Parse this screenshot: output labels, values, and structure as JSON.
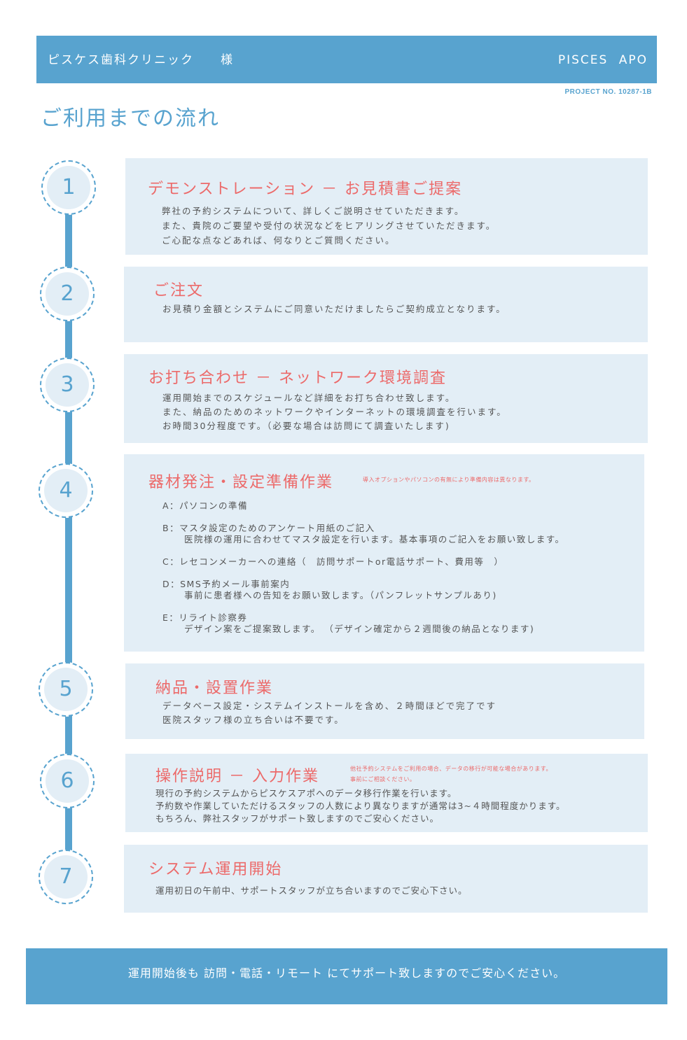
{
  "header": {
    "client_name": "ピスケス歯科クリニック　　様",
    "brand": "PISCES APO",
    "project_no": "PROJECT NO. 10287-1B"
  },
  "page_title": "ご利用までの流れ",
  "colors": {
    "accent_blue": "#58a3cf",
    "box_bg": "#e3eef6",
    "title_red": "#ec6a6a",
    "body_text": "#555555"
  },
  "steps": [
    {
      "number": "1",
      "title": "デモンストレーション － お見積書ご提案",
      "lines": [
        "弊社の予約システムについて、詳しくご説明させていただきます。",
        "また、貴院のご要望や受付の状況などをヒアリングさせていただきます。",
        "ご心配な点などあれば、何なりとご質問ください。"
      ]
    },
    {
      "number": "2",
      "title": "ご注文",
      "lines": [
        "お見積り金額とシステムにご同意いただけましたらご契約成立となります。"
      ]
    },
    {
      "number": "3",
      "title": "お打ち合わせ － ネットワーク環境調査",
      "lines": [
        "運用開始までのスケジュールなど詳細をお打ち合わせ致します。",
        "また、納品のためのネットワークやインターネットの環境調査を行います。",
        "お時間30分程度です。（必要な場合は訪問にて調査いたします)"
      ]
    },
    {
      "number": "4",
      "title": "器材発注・設定準備作業",
      "note": "導入オプションやパソコンの有無により準備内容は異なります。",
      "items": [
        {
          "label": "A：パソコンの準備",
          "detail": ""
        },
        {
          "label": "B：マスタ設定のためのアンケート用紙のご記入",
          "detail": "医院様の運用に合わせてマスタ設定を行います。基本事項のご記入をお願い致します。"
        },
        {
          "label": "C：レセコンメーカーへの連絡（　訪問サポートor電話サポート、費用等　）",
          "detail": ""
        },
        {
          "label": "D：SMS予約メール事前案内",
          "detail": "事前に患者様への告知をお願い致します。（パンフレットサンプルあり)"
        },
        {
          "label": "E：リライト診察券",
          "detail": "デザイン案をご提案致します。 （デザイン確定から２週間後の納品となります)"
        }
      ]
    },
    {
      "number": "5",
      "title": "納品・設置作業",
      "lines": [
        "データベース設定・システムインストールを含め、２時間ほどで完了です",
        "医院スタッフ様の立ち合いは不要です。"
      ]
    },
    {
      "number": "6",
      "title": "操作説明 － 入力作業",
      "note_lines": [
        "他社予約システムをご利用の場合、データの移行が可能な場合があります。",
        "事前にご相談ください。"
      ],
      "lines": [
        "現行の予約システムからピスケスアポへのデータ移行作業を行います。",
        "予約数や作業していただけるスタッフの人数により異なりますが通常は3~４時間程度かります。",
        "もちろん、弊社スタッフがサポート致しますのでご安心ください。"
      ]
    },
    {
      "number": "7",
      "title": "システム運用開始",
      "lines": [
        "運用初日の午前中、サポートスタッフが立ち合いますのでご安心下さい。"
      ]
    }
  ],
  "footer": {
    "message": "運用開始後も 訪問・電話・リモート にてサポート致しますのでご安心ください。"
  }
}
